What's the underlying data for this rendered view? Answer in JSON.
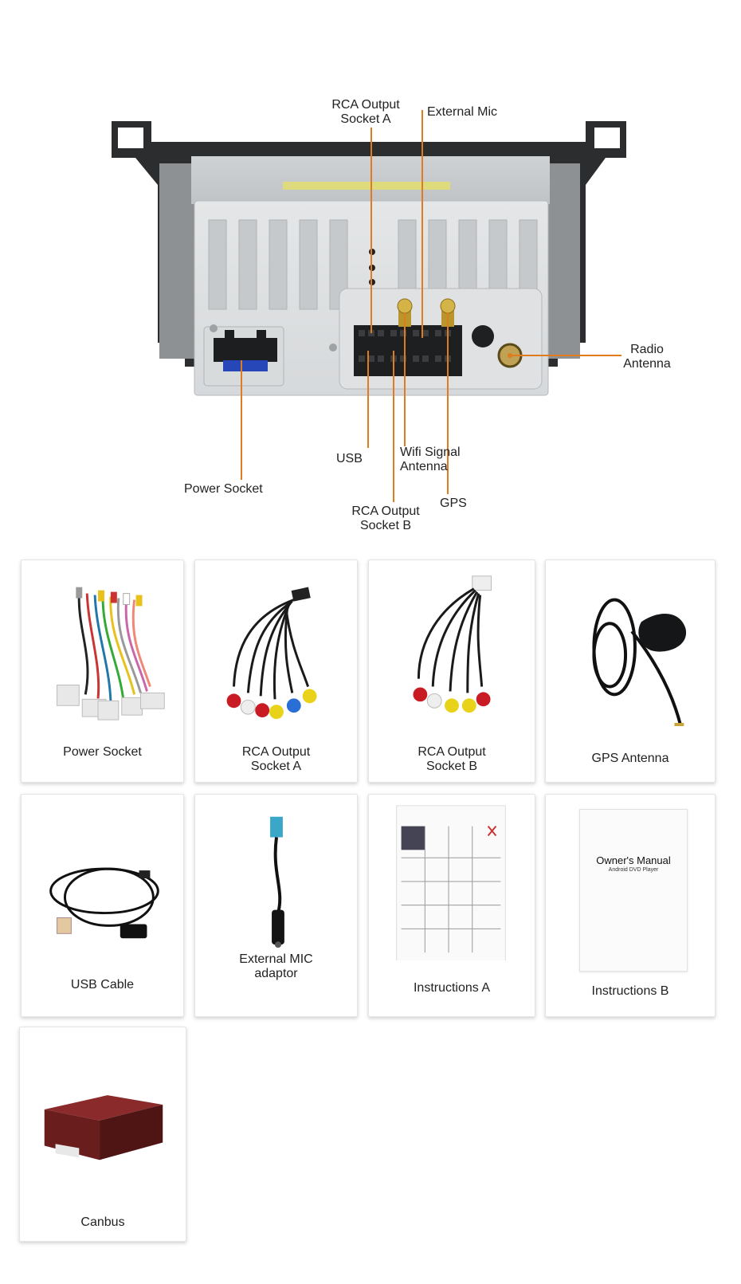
{
  "diagram": {
    "callouts": {
      "rca_a": "RCA Output\nSocket A",
      "ext_mic": "External Mic",
      "radio": "Radio\nAntenna",
      "usb": "USB",
      "wifi": "Wifi Signal\nAntenna",
      "power": "Power Socket",
      "rca_b": "RCA Output\nSocket B",
      "gps": "GPS"
    },
    "leader_color": "#e07b1f"
  },
  "accessories": [
    {
      "label": "Power Socket",
      "icon": "wiring-harness-icon"
    },
    {
      "label": "RCA Output\nSocket A",
      "icon": "rca-cable-icon"
    },
    {
      "label": "RCA Output\nSocket B",
      "icon": "rca-cable-icon"
    },
    {
      "label": "GPS Antenna",
      "icon": "gps-antenna-icon"
    },
    {
      "label": "USB Cable",
      "icon": "usb-cable-icon"
    },
    {
      "label": "External MIC\nadaptor",
      "icon": "mic-adaptor-icon"
    },
    {
      "label": "Instructions A",
      "icon": "instruction-sheet-icon"
    },
    {
      "label": "Instructions B",
      "icon": "owners-manual-icon"
    },
    {
      "label": "Canbus",
      "icon": "canbus-box-icon"
    }
  ],
  "manual": {
    "title": "Owner's Manual",
    "subtitle": "Android DVD Player"
  }
}
